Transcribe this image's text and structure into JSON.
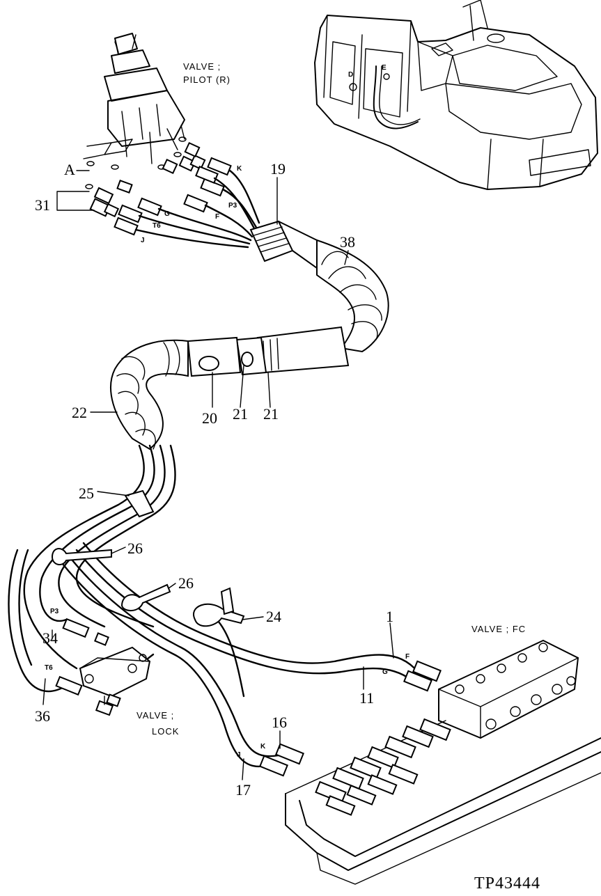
{
  "labels": {
    "valve_pilot": [
      "VALVE ;",
      "PILOT (R)"
    ],
    "valve_fc": "VALVE ; FC",
    "valve_lock": [
      "VALVE ;",
      "LOCK"
    ],
    "reference": "TP43444"
  },
  "hose_letters": {
    "k_top": "K",
    "p3_top": "P3",
    "f_top": "F",
    "g_top": "G",
    "t6_top": "T6",
    "j_top": "J",
    "p3_left": "P3",
    "t6_left": "T6",
    "f_right": "F",
    "g_right": "G",
    "k_bottom": "K",
    "j_bottom": "J"
  },
  "callouts": {
    "c1": "1",
    "c11": "11",
    "c16": "16",
    "c17": "17",
    "c19": "19",
    "c20": "20",
    "c21a": "21",
    "c21b": "21",
    "c22": "22",
    "c24": "24",
    "c25": "25",
    "c26a": "26",
    "c26b": "26",
    "c31": "31",
    "c34": "34",
    "c36": "36",
    "c38": "38",
    "a": "A"
  }
}
